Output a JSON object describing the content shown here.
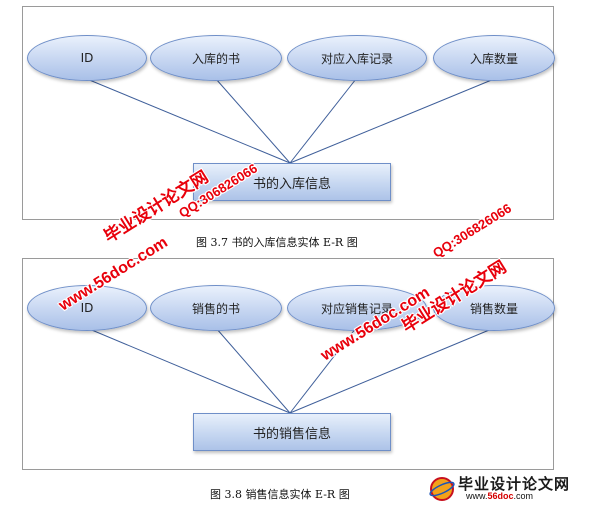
{
  "diagram1": {
    "attributes": [
      "ID",
      "入库的书",
      "对应入库记录",
      "入库数量"
    ],
    "entity": "书的入库信息",
    "caption": "图 3.7  书的入库信息实体 E-R 图"
  },
  "diagram2": {
    "attributes": [
      "ID",
      "销售的书",
      "对应销售记录",
      "销售数量"
    ],
    "entity": "书的销售信息",
    "caption": "图 3.8  销售信息实体 E-R 图"
  },
  "watermarks": {
    "site_url": "www.56doc.com",
    "qq": "QQ:306826066",
    "brand": "毕业设计论文网"
  },
  "logo": {
    "title": "毕业设计论文网",
    "url_prefix": "www.",
    "url_highlight": "56doc",
    "url_suffix": ".com"
  },
  "colors": {
    "node_border": "#6f8fc8",
    "line": "#3f5f9a",
    "watermark": "#e8000b"
  }
}
